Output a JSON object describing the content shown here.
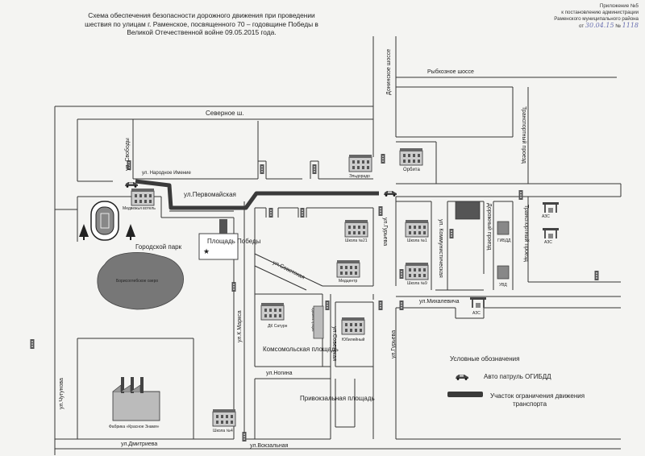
{
  "title": {
    "line1": "Схема обеспечения безопасности дорожного движения  при проведении",
    "line2": "шествия по улицам г. Раменское, посвященного 70 – годовщине Победы в",
    "line3": "Великой Отечественной войне 09.05.2015 года."
  },
  "appendix": {
    "line1": "Приложение №5",
    "line2": "к постановлению  администрации",
    "line3": "Раменского муниципального района",
    "date_prefix": "от",
    "date_hand": "30.04.15",
    "num_prefix": "№",
    "num_hand": "1118"
  },
  "streets": {
    "donino": "Донинское шоссе",
    "rybkhoznoe": "Рыбхозное шоссе",
    "severnoe": "Северное ш.",
    "transport_top": "Транспортный проезд",
    "transport_right": "Транспортный проезд",
    "svobody": "ул. Свободы",
    "narodnoe": "ул. Народное Имение",
    "pervomayskaya": "ул.Первомайская",
    "guryeva_top": "ул.Гурьева",
    "guryeva_bottom": "ул.Гурьева",
    "kommunisticheskaya": "ул. Коммунистическая",
    "dorozhny": "Дорожный проезд",
    "sovetskaya_diag": "ул.Советская",
    "sovetskaya_vert": "ул.Советская",
    "mikhalevicha": "ул.Михалевича",
    "k_marksa": "ул.К.Маркса",
    "chugunova": "ул.Чугунова",
    "nogina": "ул.Ногина",
    "dmitrieva": "ул.Дмитриева",
    "vokzalnaya": "ул.Вокзальная"
  },
  "places": {
    "gorodskoy_park": "Городской парк",
    "ozero": "Борисоглебское озеро",
    "ploshchad_pobedy": "Площадь Победы",
    "komsomolskaya": "Комсомольская площадь",
    "privokzalnaya": "Привокзальная площадь"
  },
  "buildings": {
    "eldorado": "Эльдорадо",
    "orbita": "Орбита",
    "medvezhy": "Медвежья вотель",
    "school21": "Школа №21",
    "school1": "Школа №1",
    "school9": "Школа №9",
    "school4": "Школа №4",
    "medcenter": "Медцентр",
    "dk_saturn": "ДК Сатурн",
    "administration": "Администрация",
    "yubileyny": "Юбилейный",
    "factory": "Фабрика «Красное Знамя»",
    "gibdd": "ГИБДД",
    "uvd": "УВД",
    "azs1": "АЗС",
    "azs2": "АЗС",
    "azs3": "АЗС"
  },
  "legend": {
    "title": "Условные обозначения",
    "patrol": "Авто патруль ОГИБДД",
    "restriction": "Участок ограничения движения транспорта"
  },
  "colors": {
    "road": "#333333",
    "route": "#3a3a3a",
    "lake": "#777777",
    "signal": "#555555",
    "handwriting": "#6a70b0"
  },
  "icons": {
    "patrol_car": "police-car-icon",
    "traffic_light": "traffic-light-icon",
    "tree": "tree-icon",
    "star": "star-icon"
  }
}
